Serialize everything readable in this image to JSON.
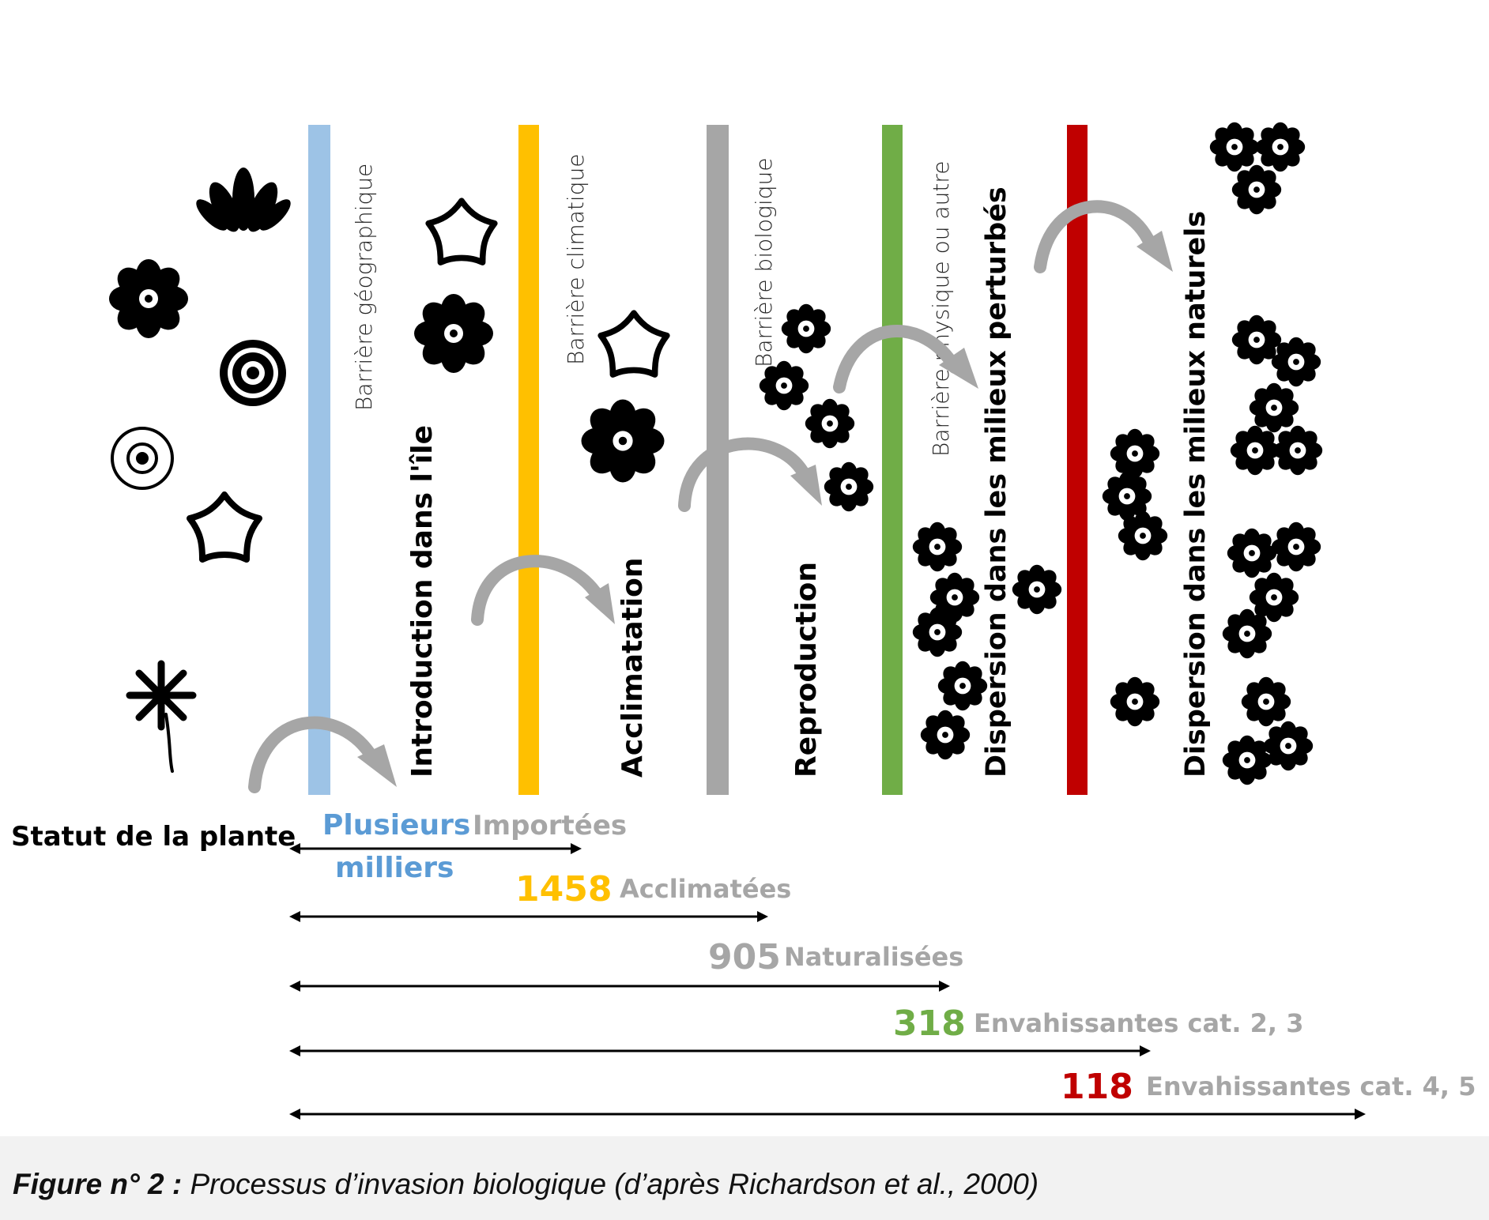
{
  "colors": {
    "geographic": "#9dc3e6",
    "climatic": "#ffc000",
    "biological": "#a6a6a6",
    "physical": "#70ad47",
    "invasive": "#c00000",
    "status_grey": "#a6a6a6",
    "blue_text": "#5b9bd5",
    "yellow_text": "#ffc000",
    "green_text": "#70ad47",
    "red_text": "#c00000",
    "black": "#000000"
  },
  "barriers": [
    {
      "key": "geographic",
      "label": "Barrière géographique"
    },
    {
      "key": "climatic",
      "label": "Barrière climatique"
    },
    {
      "key": "biological",
      "label": "Barrière biologique"
    },
    {
      "key": "physical",
      "label": "Barrière physique ou autre"
    },
    {
      "key": "invasive",
      "label": ""
    }
  ],
  "stages": [
    "Introduction dans l'île",
    "Acclimatation",
    "Reproduction",
    "Dispersion dans les milieux perturbés",
    "Dispersion dans les milieux naturels"
  ],
  "status_label": "Statut de la plante",
  "status_rows": [
    {
      "count": "Plusieurs",
      "count2": "milliers",
      "label": "Importées",
      "color_key": "blue_text"
    },
    {
      "count": "1458",
      "label": "Acclimatées",
      "color_key": "yellow_text"
    },
    {
      "count": "905",
      "label": "Naturalisées",
      "color_key": "status_grey"
    },
    {
      "count": "318",
      "label": "Envahissantes cat. 2, 3",
      "color_key": "green_text"
    },
    {
      "count": "118",
      "label": "Envahissantes cat. 4, 5",
      "color_key": "red_text"
    }
  ],
  "icons": [
    "lotus-flower-icon",
    "daisy-flower-icon",
    "star-flower-icon",
    "radial-flower-icon",
    "sunburst-flower-icon",
    "asterisk-flower-icon",
    "small-blossom-icon",
    "curved-arrow-icon"
  ],
  "caption": {
    "label": "Figure n° 2 :",
    "text": " Processus d’invasion biologique (d’après Richardson et al., 2000)"
  }
}
